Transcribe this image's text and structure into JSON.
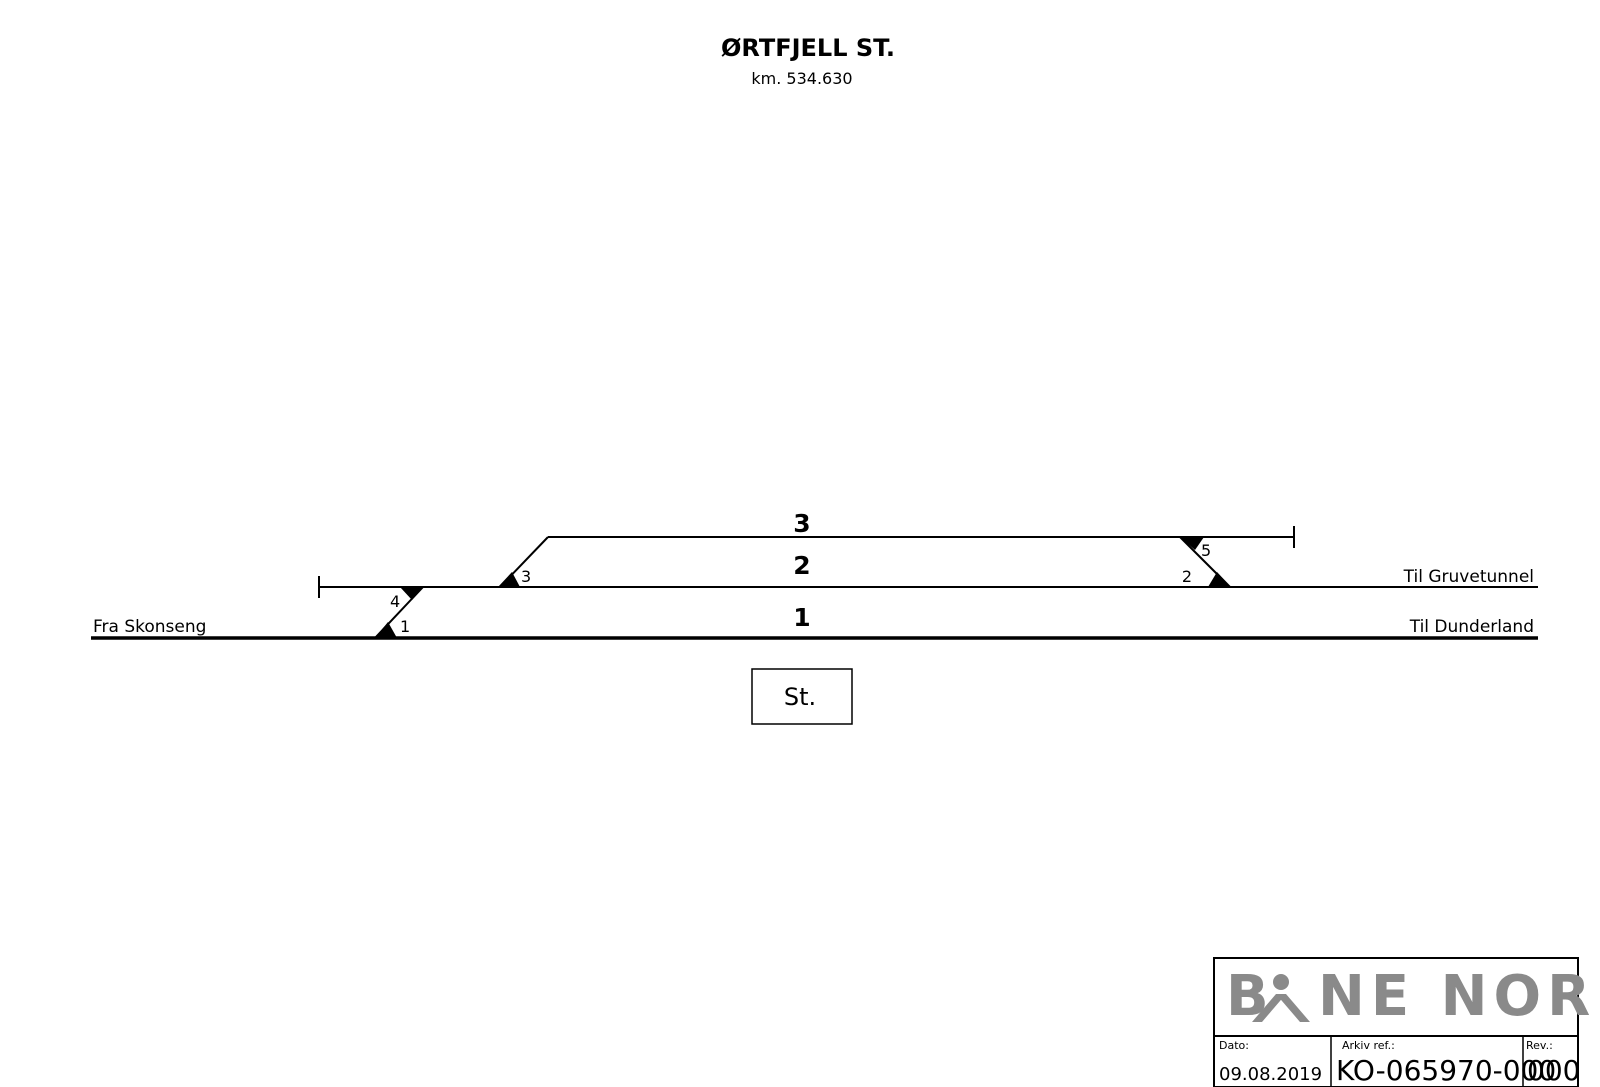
{
  "header": {
    "station_title": "ØRTFJELL ST.",
    "km_label": "km. 534.630"
  },
  "tracks": [
    {
      "id": "track-1",
      "label": "1"
    },
    {
      "id": "track-2",
      "label": "2"
    },
    {
      "id": "track-3",
      "label": "3"
    }
  ],
  "switches": [
    {
      "id": "switch-1",
      "label": "1"
    },
    {
      "id": "switch-2",
      "label": "2"
    },
    {
      "id": "switch-3",
      "label": "3"
    },
    {
      "id": "switch-4",
      "label": "4"
    },
    {
      "id": "switch-5",
      "label": "5"
    }
  ],
  "directions": {
    "left_main": "Fra Skonseng",
    "right_main": "Til Dunderland",
    "right_track2": "Til Gruvetunnel"
  },
  "station_building": {
    "label": "St."
  },
  "title_block": {
    "logo_left": "B",
    "logo_right": "NE NOR",
    "date_caption": "Dato:",
    "date_value": "09.08.2019",
    "ref_caption": "Arkiv ref.:",
    "ref_value": "KO-065970-000",
    "rev_caption": "Rev.:",
    "rev_value": "000"
  },
  "colors": {
    "line": "#000000",
    "logo_gray": "#8a8a8a",
    "background": "#ffffff"
  }
}
